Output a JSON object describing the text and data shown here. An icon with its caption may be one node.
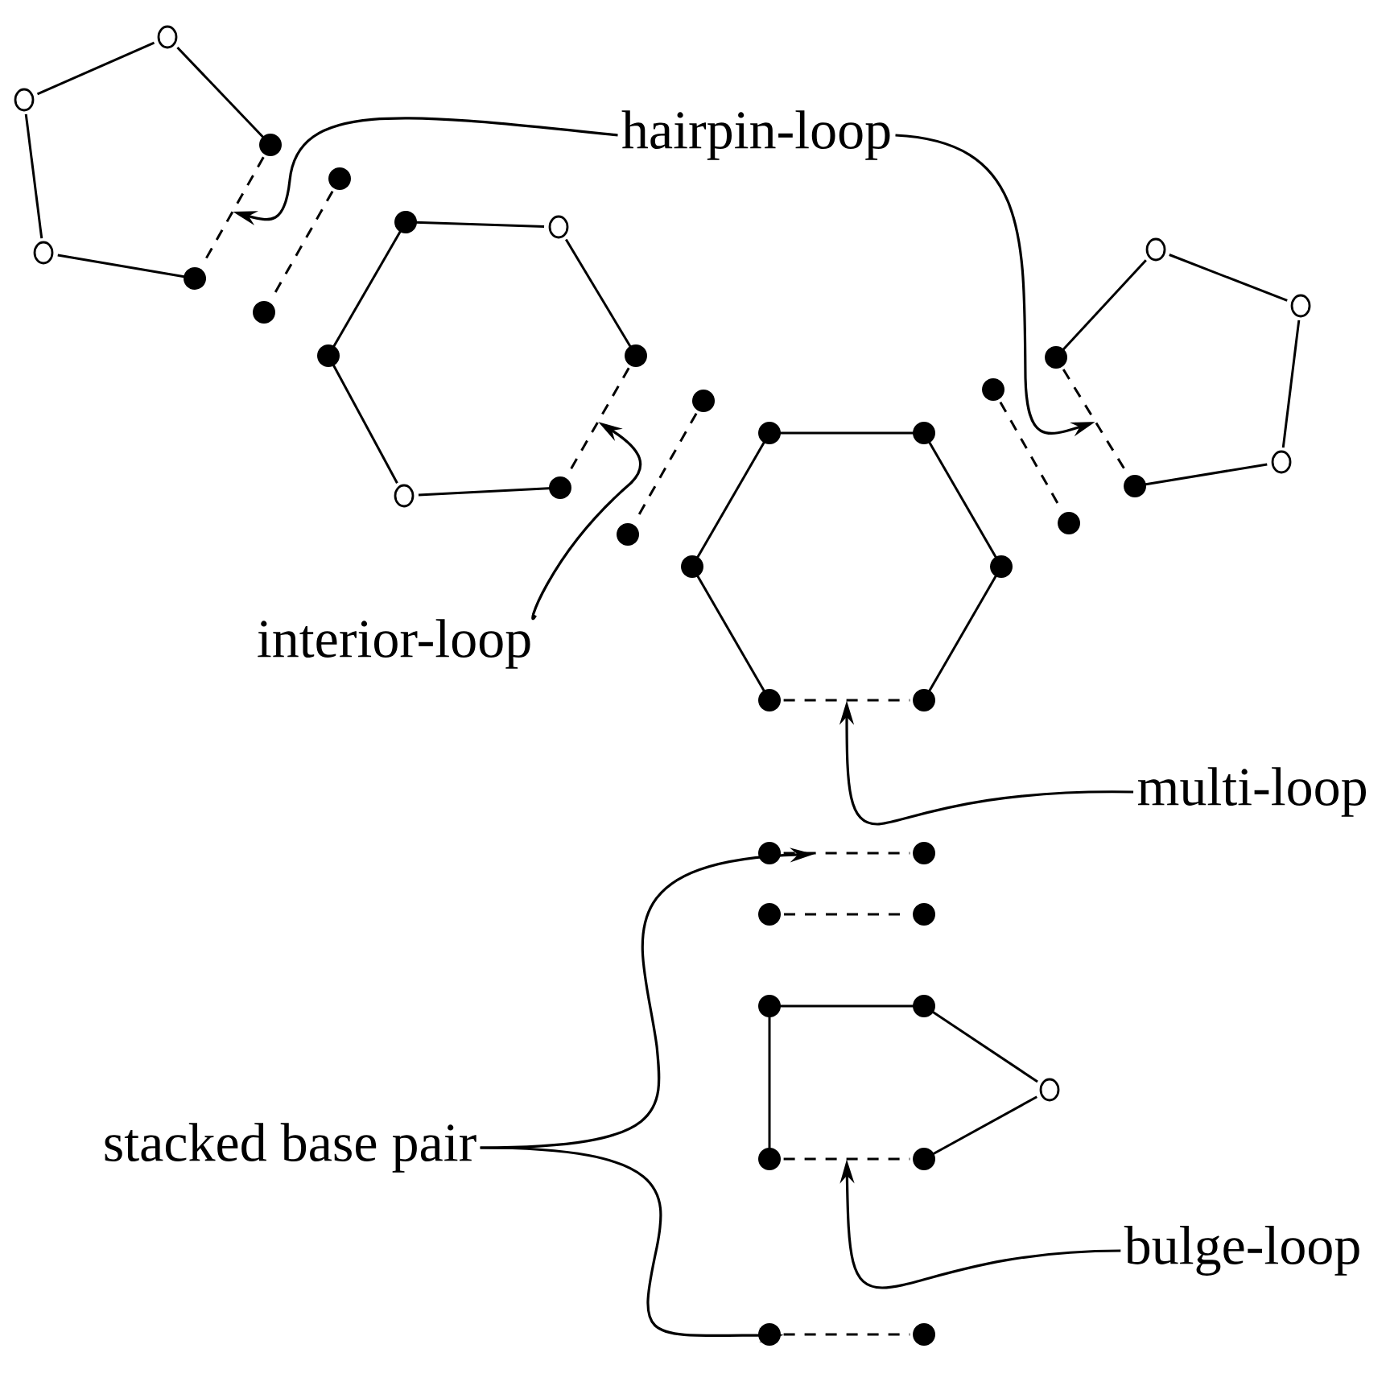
{
  "diagram": {
    "nodes": [
      {
        "text": [
          "hairpin-loop"
        ]
      },
      {
        "text": [
          "interior-loop"
        ]
      },
      {
        "text": [
          "multi-loop"
        ]
      },
      {
        "text": [
          "stacked base pair"
        ]
      },
      {
        "text": [
          "bulge-loop"
        ]
      },
      {
        "text": [],
        "shape": "line"
      },
      {
        "text": [],
        "shape": "line"
      },
      {
        "text": [],
        "shape": "line"
      },
      {
        "text": [],
        "shape": "line"
      },
      {
        "text": [],
        "shape": "line"
      },
      {
        "text": [],
        "shape": "line"
      },
      {
        "text": [],
        "shape": "line"
      }
    ],
    "edges": [
      {
        "from": 0,
        "to": 5,
        "arrow": "to"
      },
      {
        "from": 0,
        "to": 6,
        "arrow": "to"
      },
      {
        "from": 1,
        "to": 7,
        "arrow": "to"
      },
      {
        "from": 2,
        "to": 8,
        "arrow": "to"
      },
      {
        "from": 3,
        "to": 9,
        "arrow": "to"
      },
      {
        "from": 3,
        "to": 11,
        "arrow": "to"
      },
      {
        "from": 4,
        "to": 10,
        "arrow": "to"
      }
    ]
  }
}
